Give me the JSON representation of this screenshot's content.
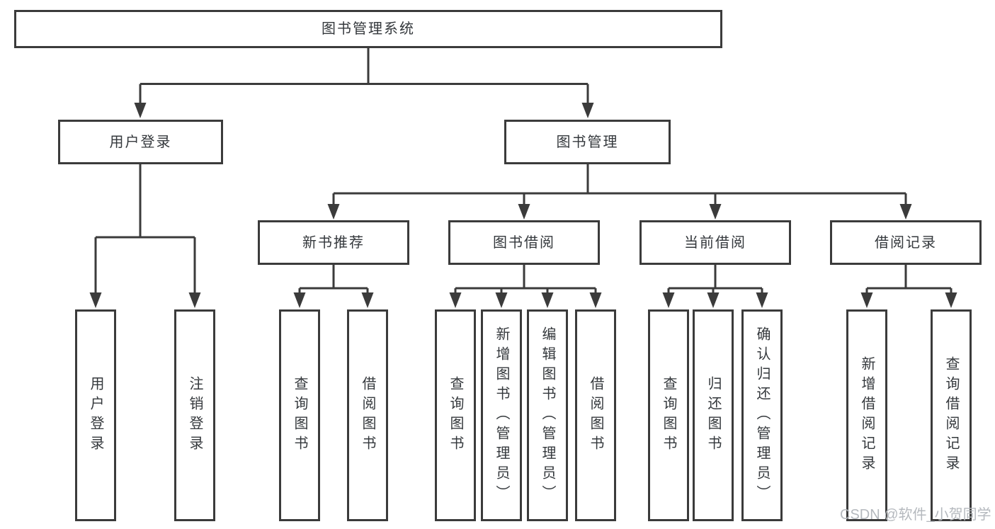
{
  "diagram": {
    "root": {
      "label": "图书管理系统"
    },
    "level1": [
      {
        "label": "用户登录",
        "parent": "图书管理系统"
      },
      {
        "label": "图书管理",
        "parent": "图书管理系统"
      }
    ],
    "level2": [
      {
        "label": "新书推荐",
        "parent": "图书管理"
      },
      {
        "label": "图书借阅",
        "parent": "图书管理"
      },
      {
        "label": "当前借阅",
        "parent": "图书管理"
      },
      {
        "label": "借阅记录",
        "parent": "图书管理"
      }
    ],
    "leaves": [
      {
        "label": "用户登录",
        "parent": "用户登录"
      },
      {
        "label": "注销登录",
        "parent": "用户登录"
      },
      {
        "label": "查询图书",
        "parent": "新书推荐"
      },
      {
        "label": "借阅图书",
        "parent": "新书推荐"
      },
      {
        "label": "查询图书",
        "parent": "图书借阅"
      },
      {
        "label": "新增图书（管理员）",
        "parent": "图书借阅"
      },
      {
        "label": "编辑图书（管理员）",
        "parent": "图书借阅"
      },
      {
        "label": "借阅图书",
        "parent": "图书借阅"
      },
      {
        "label": "查询图书",
        "parent": "当前借阅"
      },
      {
        "label": "归还图书",
        "parent": "当前借阅"
      },
      {
        "label": "确认归还（管理员）",
        "parent": "当前借阅"
      },
      {
        "label": "新增借阅记录",
        "parent": "借阅记录"
      },
      {
        "label": "查询借阅记录",
        "parent": "借阅记录"
      }
    ],
    "colors": {
      "line": "#3b3b3b",
      "text": "#34383c",
      "background": "#ffffff",
      "watermark": "#b5b9be"
    }
  },
  "watermark": {
    "text": "CSDN @软件_小贺同学"
  }
}
